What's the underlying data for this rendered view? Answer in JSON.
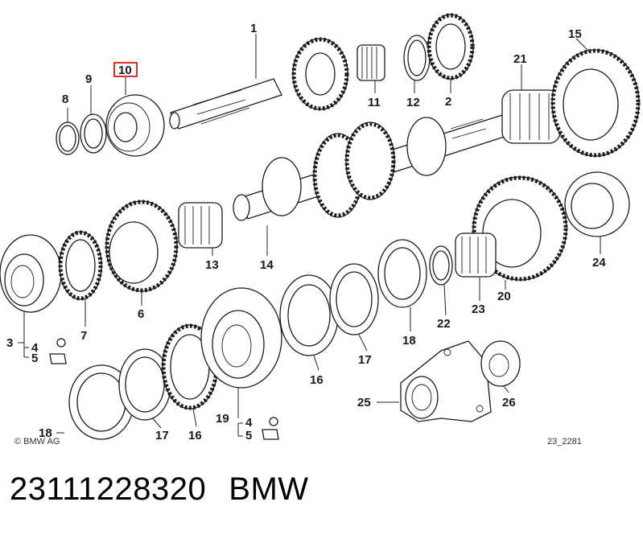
{
  "highlight_color": "#e03030",
  "highlighted_part": "10",
  "parts": {
    "p1": "1",
    "p2": "2",
    "p3": "3",
    "p4a": "4",
    "p4b": "4",
    "p5a": "5",
    "p5b": "5",
    "p6": "6",
    "p7": "7",
    "p8": "8",
    "p9": "9",
    "p10": "10",
    "p11": "11",
    "p12": "12",
    "p13": "13",
    "p14": "14",
    "p15": "15",
    "p16a": "16",
    "p16b": "16",
    "p17a": "17",
    "p17b": "17",
    "p18a": "18",
    "p18b": "18",
    "p19": "19",
    "p20": "20",
    "p21": "21",
    "p22": "22",
    "p23": "23",
    "p24": "24",
    "p25": "25",
    "p26": "26"
  },
  "copyright": "© BMW AG",
  "diagram_id": "23_2281",
  "caption": {
    "part_number": "23111228320",
    "brand": "BMW"
  }
}
